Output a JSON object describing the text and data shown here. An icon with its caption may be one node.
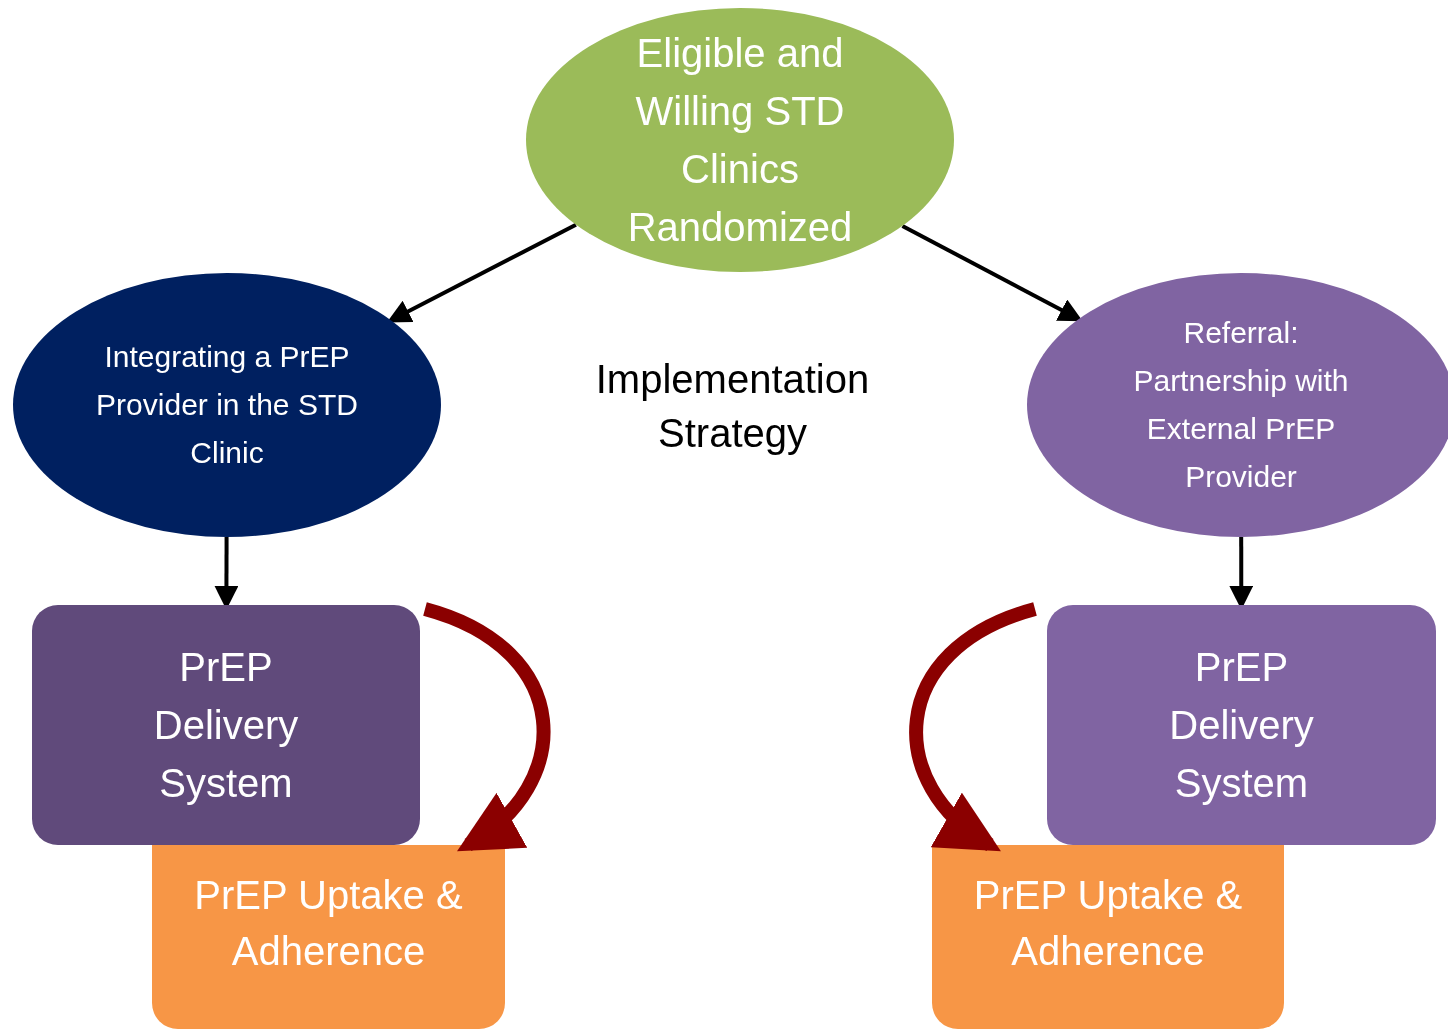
{
  "diagram": {
    "nodes": [
      {
        "text": [
          "Eligible and Willing STD Clinics Randomized"
        ]
      },
      {
        "text": [
          "Integrating a PrEP Provider in the STD Clinic"
        ]
      },
      {
        "text": [
          "Referral: Partnership with External PrEP Provider"
        ]
      },
      {
        "text": [
          "PrEP Delivery System"
        ]
      },
      {
        "text": [
          "PrEP Uptake & Adherence"
        ]
      },
      {
        "text": [
          "PrEP Delivery System"
        ]
      },
      {
        "text": [
          "PrEP Uptake & Adherence"
        ]
      }
    ],
    "edges": [
      {
        "from": 0,
        "to": 1,
        "arrow": "to"
      },
      {
        "from": 0,
        "to": 2,
        "arrow": "to"
      },
      {
        "from": 1,
        "to": 3,
        "arrow": "to"
      },
      {
        "from": 2,
        "to": 5,
        "arrow": "to"
      },
      {
        "from": 3,
        "to": 4,
        "arrow": "to",
        "style": "thick",
        "color": "#8b0000"
      },
      {
        "from": 5,
        "to": 6,
        "arrow": "to",
        "style": "thick",
        "color": "#8b0000"
      }
    ],
    "labels": [
      "Implementation Strategy"
    ]
  }
}
